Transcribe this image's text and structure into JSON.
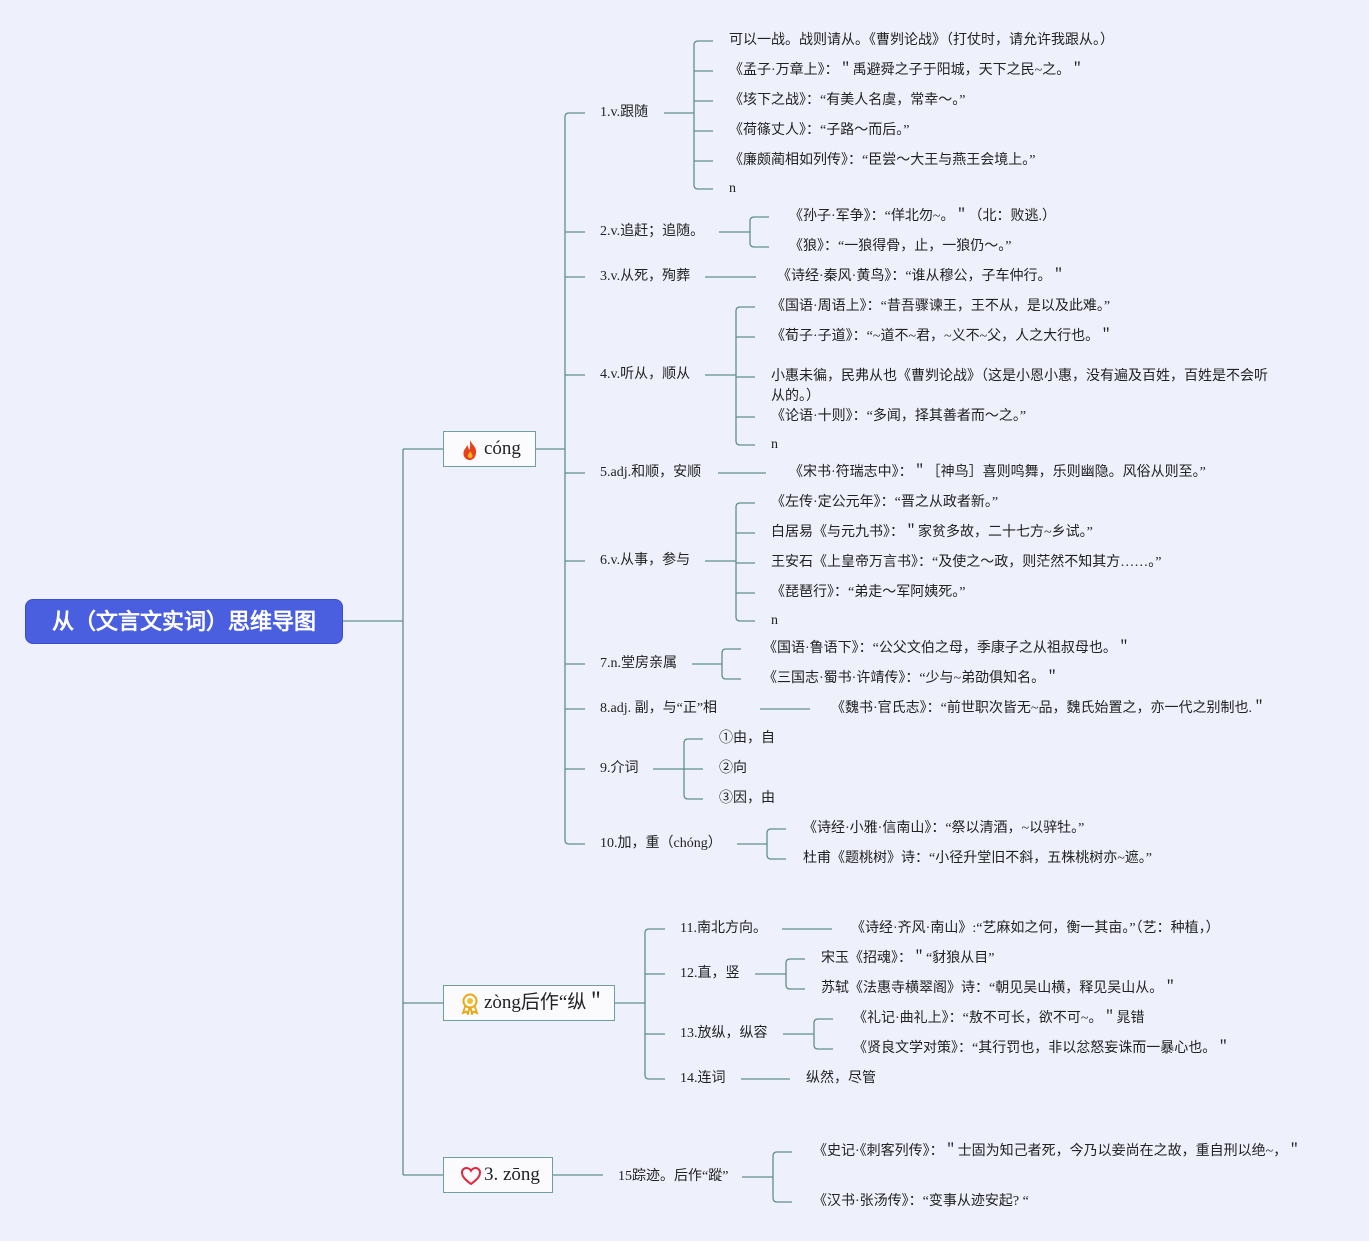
{
  "root": "从（文言文实词）思维导图",
  "colors": {
    "root_bg": "#4a5ee0",
    "line": "#5f8f8b",
    "background": "#eef0fb"
  },
  "icons": {
    "cong": "fire-icon",
    "zong_vertical": "award-ribbon-icon",
    "zong_trace": "heart-icon"
  },
  "branches": [
    {
      "label": "cóng",
      "groups": [
        {
          "label": "1.v.跟随",
          "items": [
            "可以一战。战则请从。《曹刿论战》（打仗时，请允许我跟从。）",
            "《孟子·万章上》：＂禹避舜之子于阳城，天下之民~之。＂",
            "《垓下之战》：“有美人名虞，常幸～。”",
            "《荷篠丈人》：“子路～而后。”",
            "《廉颇蔺相如列传》：“臣尝～大王与燕王会境上。”",
            "n"
          ]
        },
        {
          "label": "2.v.追赶；追随。",
          "items": [
            "《孙子·军争》：“佯北勿~。＂（北：败逃.）",
            "《狼》：“一狼得骨，止，一狼仍～。”"
          ]
        },
        {
          "label": "3.v.从死，殉葬",
          "items": [
            "《诗经·秦风·黄鸟》：“谁从穆公，子车仲行。＂"
          ]
        },
        {
          "label": "4.v.听从，顺从",
          "items": [
            "《国语·周语上》：“昔吾骤谏王，王不从，是以及此难。”",
            "《荀子·子道》：“~道不~君，~义不~父，人之大行也。＂",
            "小惠未徧，民弗从也《曹刿论战》（这是小恩小惠，没有遍及百姓，百姓是不会听从的。）",
            "《论语·十则》：“多闻，择其善者而～之。”",
            "n"
          ]
        },
        {
          "label": "5.adj.和顺，安顺",
          "items": [
            "《宋书·符瑞志中》：＂［神鸟］喜则鸣舞，乐则幽隐。风俗从则至。”"
          ]
        },
        {
          "label": "6.v.从事，参与",
          "items": [
            "《左传·定公元年》：“晋之从政者新。”",
            "白居易《与元九书》：＂家贫多故，二十七方~乡试。”",
            "王安石《上皇帝万言书》：“及使之～政，则茫然不知其方……。”",
            "《琵琶行》：“弟走～军阿姨死。”",
            "n"
          ]
        },
        {
          "label": "7.n.堂房亲属",
          "items": [
            "《国语·鲁语下》：“公父文伯之母，季康子之从祖叔母也。＂",
            "《三国志·蜀书·许靖传》：“少与~弟劭俱知名。＂"
          ]
        },
        {
          "label": "8.adj. 副，与“正”相",
          "items": [
            "《魏书·官氏志》：“前世职次皆无~品，魏氏始置之，亦一代之别制也.＂"
          ]
        },
        {
          "label": "9.介词",
          "items": [
            "①由，自",
            "②向",
            "③因，由"
          ]
        },
        {
          "label": "10.加，重（chóng）",
          "items": [
            "《诗经·小雅·信南山》：“祭以清酒，~以骍牡。”",
            "杜甫《题桃树》诗：“小径升堂旧不斜，五株桃树亦~遮。”"
          ]
        }
      ]
    },
    {
      "label": "zòng后作“纵＂",
      "groups": [
        {
          "label": "11.南北方向。",
          "items": [
            "《诗经·齐风·南山》:“艺麻如之何，衡一其亩。”（艺：种植，）"
          ]
        },
        {
          "label": "12.直，竖",
          "items": [
            "宋玉《招魂》：＂“豺狼从目”",
            "苏轼《法惠寺横翠阁》诗：“朝见吴山横，释见吴山从。＂"
          ]
        },
        {
          "label": "13.放纵，纵容",
          "items": [
            "《礼记·曲礼上》：“敖不可长，欲不可~。＂晁错",
            "《贤良文学对策》：“其行罚也，非以忿怒妄诛而一暴心也。＂"
          ]
        },
        {
          "label": "14.连词",
          "items": [
            "纵然，尽管"
          ]
        }
      ]
    },
    {
      "label": "3. zōng",
      "groups": [
        {
          "label": "15踪迹。后作“蹤”",
          "items": [
            "《史记·《刺客列传》：＂士固为知己者死，今乃以妾尚在之故，重自刑以绝~，＂",
            "《汉书·张汤传》：“变事从迹安起? “"
          ]
        }
      ]
    }
  ]
}
